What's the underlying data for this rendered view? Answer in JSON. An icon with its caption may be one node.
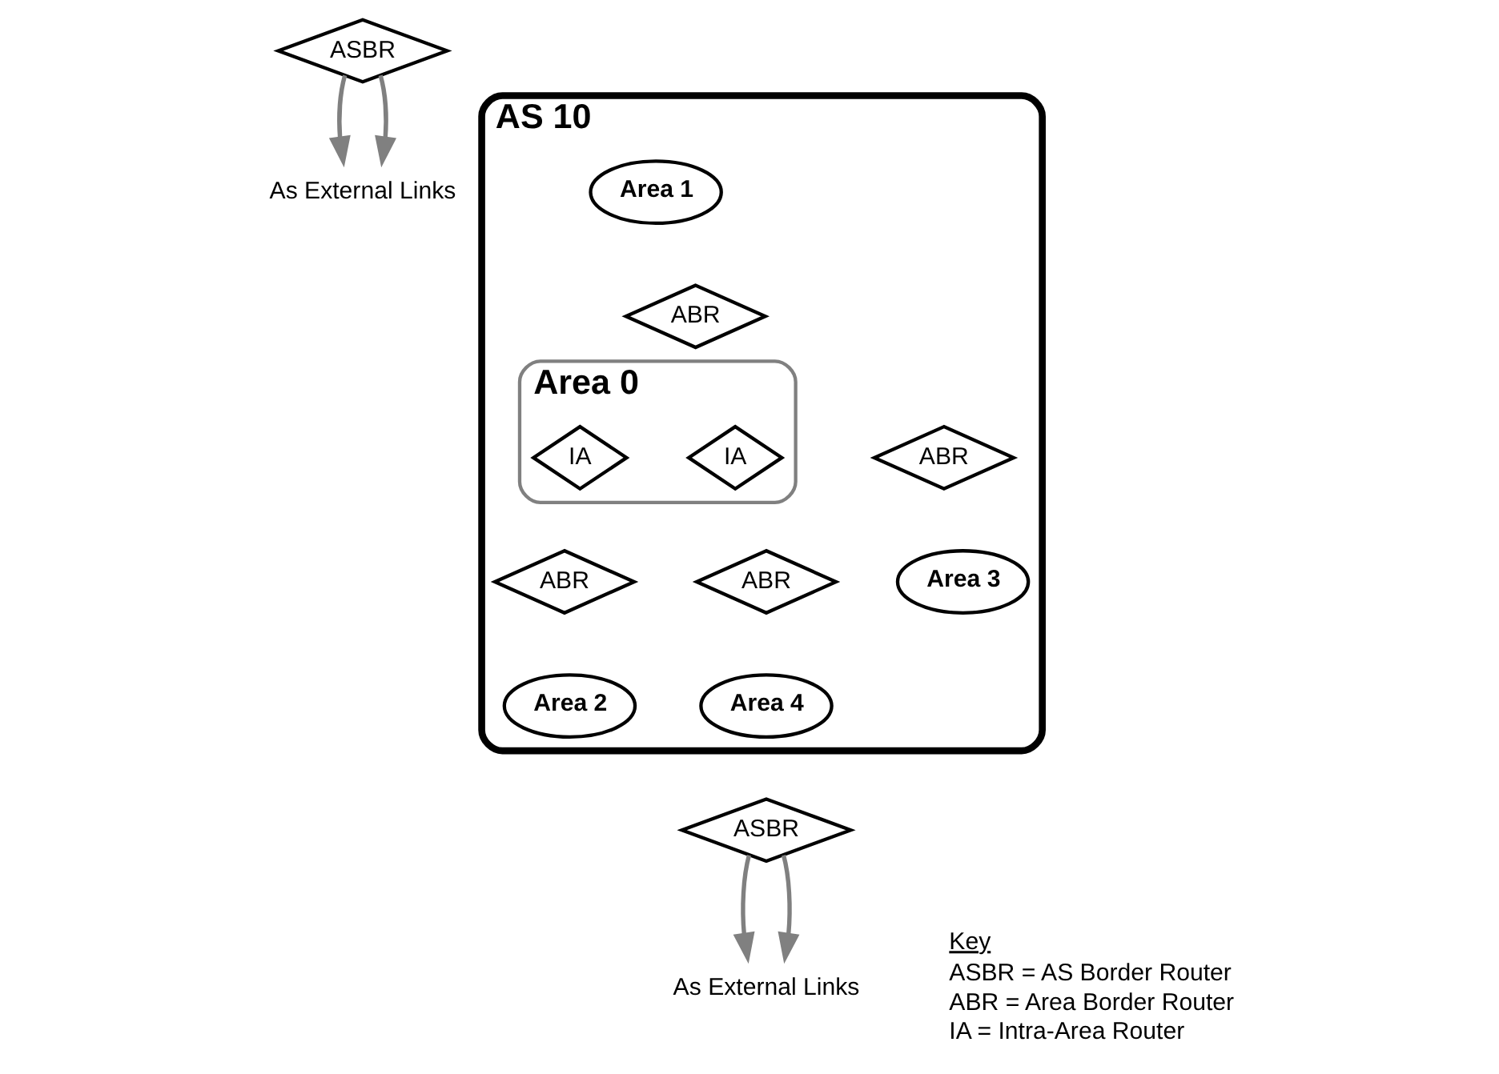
{
  "diagram": {
    "nodes": [
      {
        "text": [
          "As External Links"
        ]
      },
      {
        "text": [
          "AS 10"
        ]
      },
      {
        "text": [
          "ASBR"
        ]
      },
      {
        "text": [
          "Area 1"
        ],
        "in": 1
      },
      {
        "text": [
          "ABR"
        ],
        "in": 1
      },
      {
        "text": [
          "Area 0"
        ],
        "in": 1
      },
      {
        "text": [
          "IA"
        ],
        "in": 5
      },
      {
        "text": [
          "IA"
        ],
        "in": 5
      },
      {
        "text": [
          "ABR"
        ],
        "in": 1
      },
      {
        "text": [
          "Area 2"
        ],
        "in": 1
      },
      {
        "text": [
          "ABR"
        ],
        "in": 1
      },
      {
        "text": [
          "Area 3"
        ],
        "in": 1
      },
      {
        "text": [
          "ABR"
        ],
        "in": 1
      },
      {
        "text": [
          "Area 4"
        ],
        "in": 1
      },
      {
        "text": [
          "ASBR"
        ]
      },
      {
        "text": [
          "As External Links"
        ]
      }
    ],
    "edges": [
      {
        "from": 2,
        "to": 0,
        "arrow": "to"
      },
      {
        "from": 2,
        "to": 0,
        "arrow": "to"
      },
      {
        "from": 14,
        "to": 15,
        "arrow": "to"
      },
      {
        "from": 14,
        "to": 15,
        "arrow": "to"
      }
    ],
    "labels": [
      "Key",
      "ASBR = AS Border Router",
      "ABR = Area Border Router",
      "IA = Intra-Area Router"
    ]
  }
}
